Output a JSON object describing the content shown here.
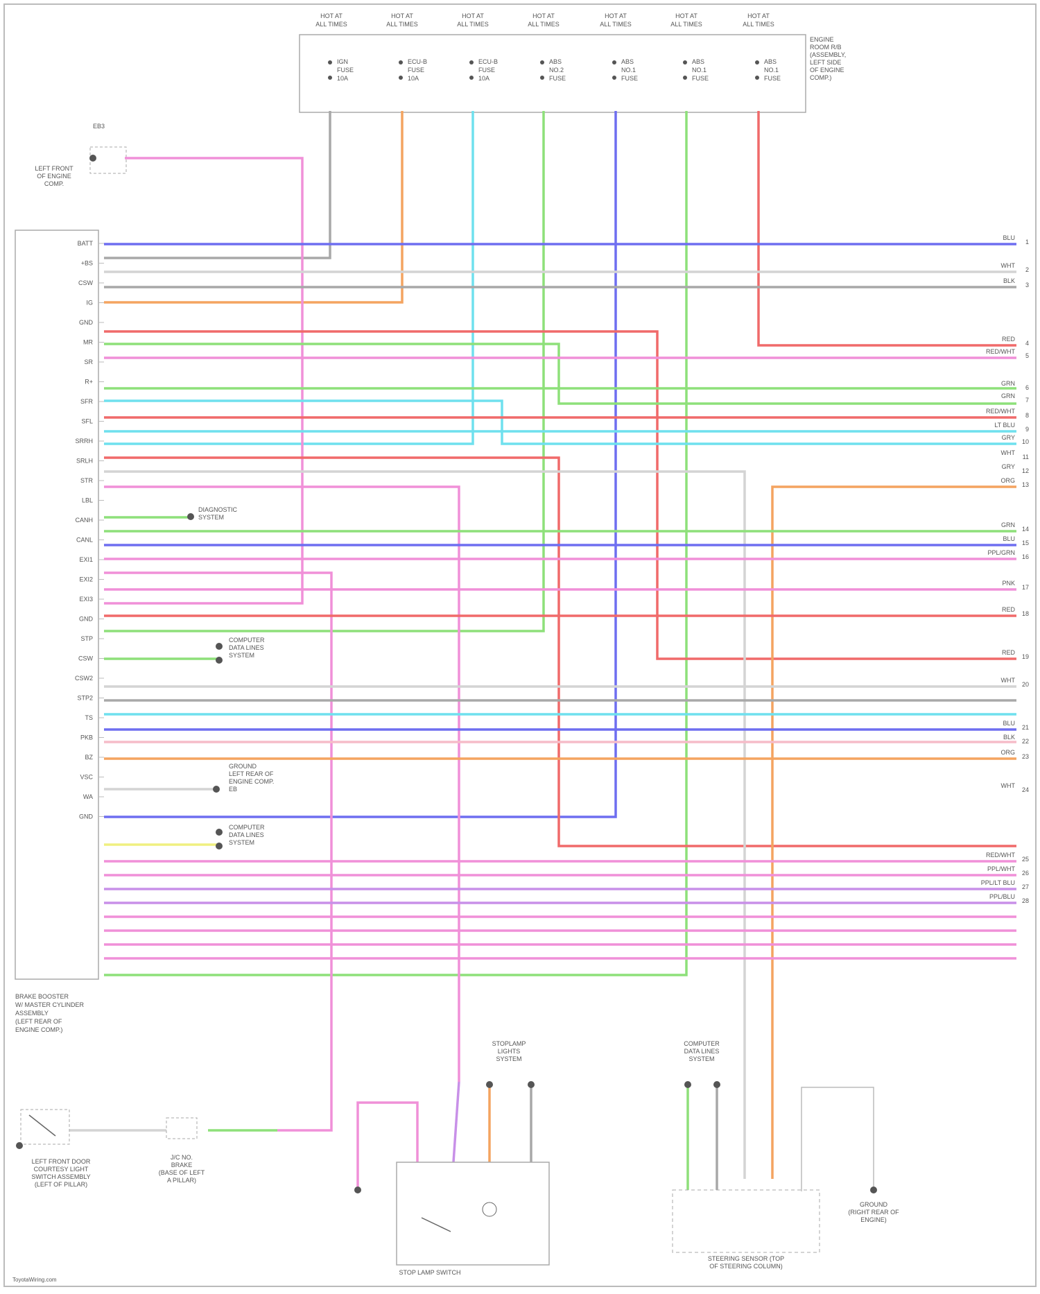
{
  "fuses": [
    {
      "top": "HOT AT",
      "mid": "ALL TIMES",
      "pins": [
        "IGN",
        "FUSE",
        "10A"
      ]
    },
    {
      "top": "HOT AT",
      "mid": "ALL TIMES",
      "pins": [
        "ECU-B",
        "FUSE",
        "10A"
      ]
    },
    {
      "top": "HOT AT",
      "mid": "ALL TIMES",
      "pins": [
        "ECU-B",
        "FUSE",
        "10A"
      ]
    },
    {
      "top": "HOT AT",
      "mid": "ALL TIMES",
      "pins": [
        "ABS",
        "NO.2",
        "FUSE"
      ]
    },
    {
      "top": "HOT AT",
      "mid": "ALL TIMES",
      "pins": [
        "ABS",
        "NO.1",
        "FUSE"
      ]
    },
    {
      "top": "HOT AT",
      "mid": "ALL TIMES",
      "pins": [
        "ABS",
        "NO.1",
        "FUSE"
      ]
    },
    {
      "top": "HOT AT",
      "mid": "ALL TIMES",
      "pins": [
        "ABS",
        "NO.1",
        "FUSE"
      ]
    }
  ],
  "fuse_block_label": [
    "ENGINE",
    "ROOM R/B",
    "(ASSEMBLY,",
    "LEFT SIDE",
    "OF ENGINE",
    "COMP.)"
  ],
  "top_left_ground": {
    "name": "EB3",
    "label": [
      "LEFT FRONT",
      "OF ENGINE",
      "COMP."
    ]
  },
  "module_label": [
    "BRAKE BOOSTER",
    "W/ MASTER CYLINDER",
    "ASSEMBLY",
    "(LEFT REAR OF",
    "ENGINE COMP.)"
  ],
  "left_pins": [
    "BATT",
    "+BS",
    "CSW",
    "IG",
    "GND",
    "MR",
    "SR",
    "R+",
    "SFR",
    "SFL",
    "SRRH",
    "SRLH",
    "STR",
    "LBL",
    "CANH",
    "CANL",
    "EXI1",
    "EXI2",
    "EXI3",
    "GND",
    "STP",
    "CSW",
    "CSW2",
    "STP2",
    "TS",
    "PKB",
    "BZ",
    "VSC",
    "WA",
    "GND"
  ],
  "wire_colors": {
    "gray": "#a8a8a8",
    "orange": "#f4a460",
    "cyan": "#6fe0ee",
    "green": "#8ee07a",
    "blue": "#6e6ef0",
    "red": "#f06a6a",
    "pink": "#f090d8",
    "lightpink": "#f6bcc8",
    "lightgray": "#d4d4d4",
    "yellow": "#f0f080",
    "lavender": "#c890e8"
  },
  "right_edge_labels": [
    "BLU",
    "WHT",
    "BLK",
    "RED",
    "RED/WHT",
    "GRN",
    "GRN",
    "RED/WHT",
    "LT BLU",
    "GRY",
    "WHT",
    "GRY",
    "ORG",
    "GRN",
    "BLU",
    "PPL/GRN",
    "PNK",
    "RED",
    "RED",
    "WHT",
    "BLU",
    "BLK",
    "ORG",
    "WHT",
    "RED/WHT",
    "PPL/WHT",
    "PPL/LT BLU",
    "PPL/BLU"
  ],
  "notes": {
    "obd": [
      "DIAGNOSTIC",
      "SYSTEM"
    ],
    "computer1": [
      "COMPUTER",
      "DATA LINES",
      "SYSTEM"
    ],
    "ground_right": [
      "GROUND",
      "LEFT REAR OF",
      "ENGINE COMP.",
      "EB"
    ],
    "computer2": [
      "COMPUTER",
      "DATA LINES",
      "SYSTEM"
    ],
    "stoplamp": [
      "STOPLAMP",
      "LIGHTS",
      "SYSTEM"
    ],
    "computer3": [
      "COMPUTER",
      "DATA LINES",
      "SYSTEM"
    ]
  },
  "bottom_switch": {
    "label": [
      "LEFT FRONT DOOR",
      "COURTESY LIGHT",
      "SWITCH ASSEMBLY",
      "(LEFT OF PILLAR)"
    ],
    "jb": [
      "J/C NO.",
      "BRAKE",
      "(BASE OF LEFT",
      "A PILLAR)"
    ]
  },
  "stop_switch": {
    "label": "STOP LAMP SWITCH"
  },
  "steering_sensor": {
    "label": [
      "STEERING SENSOR (TOP",
      "OF STEERING COLUMN)"
    ]
  },
  "ground_bottom": {
    "label": [
      "GROUND",
      "(RIGHT REAR OF",
      "ENGINE)"
    ]
  },
  "footer": "ToyotaWiring.com"
}
